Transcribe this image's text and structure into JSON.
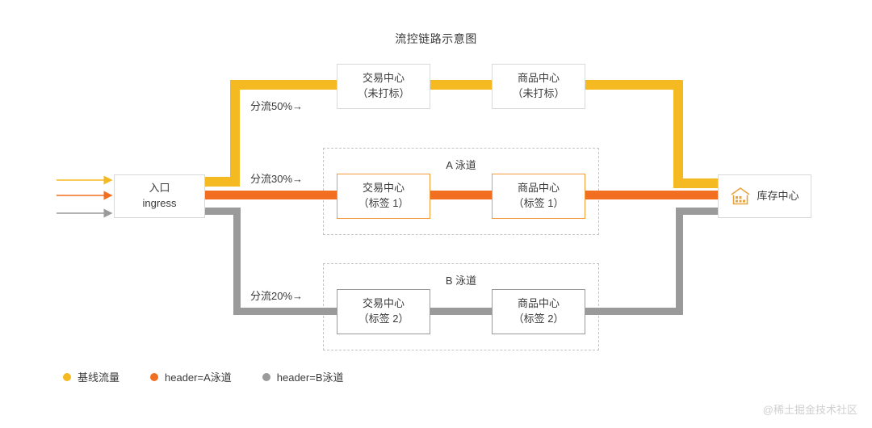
{
  "title": "流控链路示意图",
  "colors": {
    "baseline": "#F5B921",
    "lane_a": "#F26F21",
    "lane_b": "#9a9a9a",
    "box_border": "#d9d9d9",
    "lane_border": "#c4c4c4",
    "text": "#3a3a3a",
    "watermark": "#cfcfcf"
  },
  "ingress": {
    "line1": "入口",
    "line2": "ingress"
  },
  "sink": {
    "label": "库存中心",
    "icon": "warehouse-icon"
  },
  "splits": {
    "baseline": "分流50%→",
    "lane_a": "分流30%→",
    "lane_b": "分流20%→"
  },
  "rows": [
    {
      "id": "baseline",
      "lane_label": "",
      "nodes": [
        {
          "line1": "交易中心",
          "line2": "（未打标）"
        },
        {
          "line1": "商品中心",
          "line2": "（未打标）"
        }
      ]
    },
    {
      "id": "lane-a",
      "lane_label": "A 泳道",
      "nodes": [
        {
          "line1": "交易中心",
          "line2": "（标签 1）"
        },
        {
          "line1": "商品中心",
          "line2": "（标签 1）"
        }
      ]
    },
    {
      "id": "lane-b",
      "lane_label": "B 泳道",
      "nodes": [
        {
          "line1": "交易中心",
          "line2": "（标签 2）"
        },
        {
          "line1": "商品中心",
          "line2": "（标签 2）"
        }
      ]
    }
  ],
  "legend": [
    {
      "label": "基线流量",
      "color": "#F5B921"
    },
    {
      "label": "header=A泳道",
      "color": "#F26F21"
    },
    {
      "label": "header=B泳道",
      "color": "#9a9a9a"
    }
  ],
  "watermark": "@稀土掘金技术社区"
}
